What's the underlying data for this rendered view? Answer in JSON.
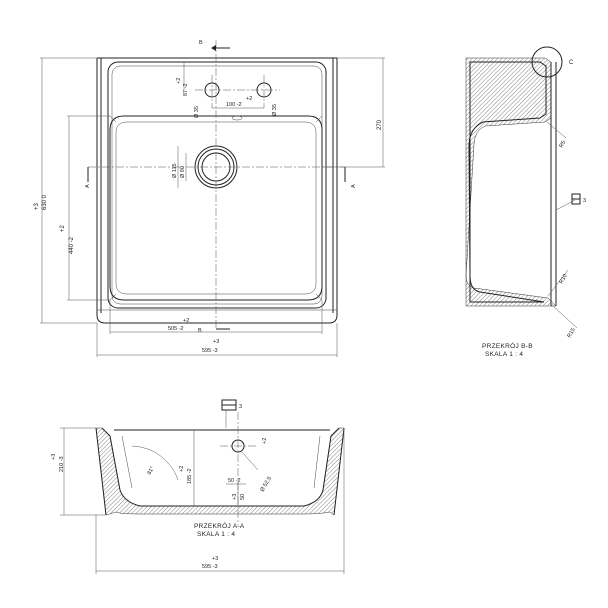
{
  "plan": {
    "width_tol": "+3",
    "width_value": "595 -3",
    "inner_width_tol": "+2",
    "inner_width_value": "505 -2",
    "height_tol": "+3",
    "height_value": "630 0",
    "inner_height_tol": "+2",
    "inner_height_value": "440 -2",
    "top_offset": "270",
    "tap_offset_tol": "+2",
    "tap_offset_value": "87 -2",
    "tap_spacing_tol": "+2",
    "tap_spacing_value": "100 -2",
    "tap_hole_left": "Ø 35",
    "tap_hole_right": "Ø 35",
    "drain_outer": "Ø 115",
    "drain_inner": "Ø 90",
    "section_b_top": "B",
    "section_b_bottom": "B",
    "section_a_left": "A",
    "section_a_right": "A"
  },
  "section_b": {
    "title": "PRZEKRÓJ B-B",
    "scale": "SKALA 1 : 4",
    "detail_mark": "C",
    "r_upper": "R5",
    "r_lower": "R10",
    "r_bottom": "R15",
    "wall_thickness": "3"
  },
  "section_a": {
    "title": "PRZEKRÓJ A-A",
    "scale": "SKALA 1 : 4",
    "height_tol": "+3",
    "height_value": "210 -3",
    "depth_tol": "+2",
    "depth_value": "185 -2",
    "angle": "81°",
    "wall_thickness": "3",
    "drain_offset_tol": "+2",
    "drain_offset_value": "50 -2",
    "drain_depth_tol": "+3",
    "drain_depth_value": "50",
    "drain_diam": "Ø 52,5",
    "width_tol": "+3",
    "width_value": "595 -3"
  }
}
